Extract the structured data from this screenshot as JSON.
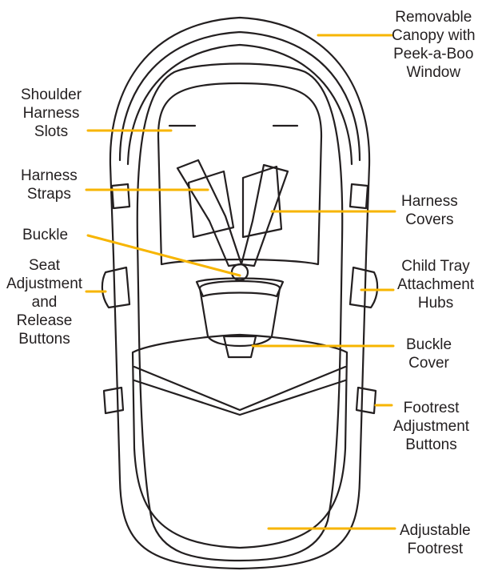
{
  "diagram": {
    "accent_color": "#f7b500",
    "line_color": "#231f20",
    "labels": {
      "canopy": [
        "Removable",
        "Canopy with",
        "Peek-a-Boo",
        "Window"
      ],
      "shoulder_slots": [
        "Shoulder",
        "Harness",
        "Slots"
      ],
      "harness_straps": [
        "Harness",
        "Straps"
      ],
      "buckle": [
        "Buckle"
      ],
      "seat_adjust": [
        "Seat",
        "Adjustment",
        "and",
        "Release",
        "Buttons"
      ],
      "harness_covers": [
        "Harness",
        "Covers"
      ],
      "tray_hubs": [
        "Child Tray",
        "Attachment",
        "Hubs"
      ],
      "buckle_cover": [
        "Buckle",
        "Cover"
      ],
      "footrest_buttons": [
        "Footrest",
        "Adjustment",
        "Buttons"
      ],
      "adjustable_footrest": [
        "Adjustable",
        "Footrest"
      ]
    }
  }
}
